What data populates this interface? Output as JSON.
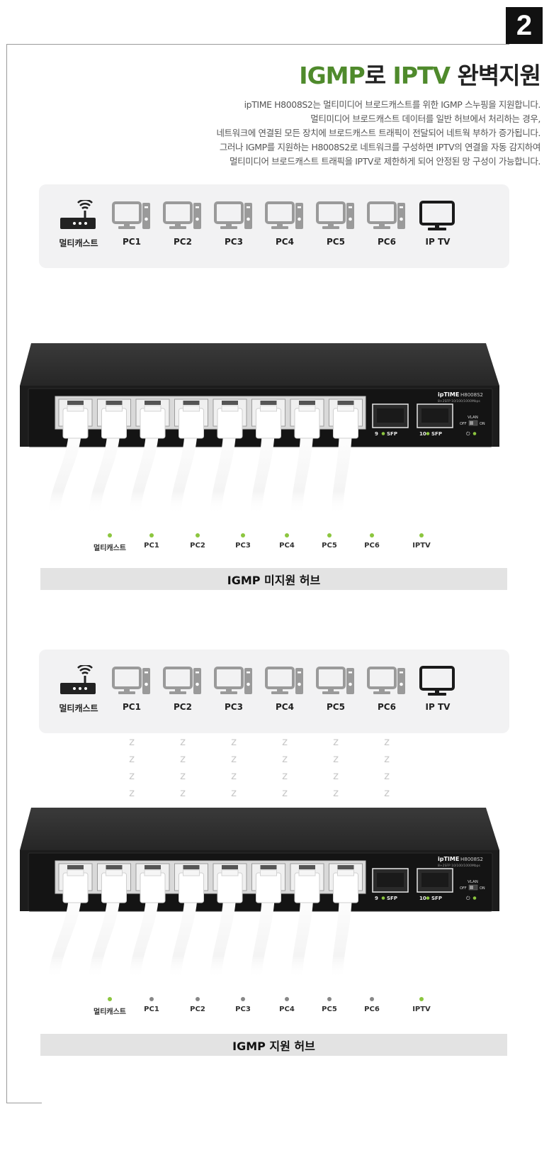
{
  "section_number": "2",
  "title": {
    "part1_green": "IGMP",
    "part2": "로 ",
    "part3_green": "IPTV",
    "part4": " 완벽지원"
  },
  "description": [
    "ipTIME H8008S2는 멀티미디어 브로드캐스트를 위한 IGMP 스누핑을 지원합니다.",
    "멀티미디어 브로드캐스트 데이터를 일반 허브에서 처리하는 경우,",
    "네트워크에 연결된 모든 장치에 브로드캐스트 트래픽이 전달되어 네트웍 부하가 증가됩니다.",
    "그러나 IGMP를 지원하는 H8008S2로 네트워크를 구성하면 IPTV의 연결을 자동 감지하여",
    "멀티미디어 브로드캐스트 트래픽을 IPTV로 제한하게 되어 안정된 망 구성이 가능합니다."
  ],
  "devices": [
    "멀티캐스트",
    "PC1",
    "PC2",
    "PC3",
    "PC4",
    "PC5",
    "PC6",
    "IP TV"
  ],
  "switch": {
    "brand": "ipTIME",
    "model": "H8008S2",
    "spec": "8+2SFP 10/100/1000Mbps",
    "sfp_labels": [
      "9",
      "SFP",
      "10",
      "SFP"
    ],
    "vlan_label": "VLAN",
    "vlan_off": "OFF",
    "vlan_on": "ON"
  },
  "port_labels": [
    "멀티캐스트",
    "PC1",
    "PC2",
    "PC3",
    "PC4",
    "PC5",
    "PC6",
    "IPTV"
  ],
  "port_dots_non_igmp": [
    "#8cc63f",
    "#8cc63f",
    "#8cc63f",
    "#8cc63f",
    "#8cc63f",
    "#8cc63f",
    "#8cc63f",
    "#8cc63f"
  ],
  "port_dots_igmp": [
    "#8cc63f",
    "#888888",
    "#888888",
    "#888888",
    "#888888",
    "#888888",
    "#888888",
    "#8cc63f"
  ],
  "caption_non_igmp": "IGMP 미지원 허브",
  "caption_igmp": "IGMP 지원 허브",
  "z_symbol": "z",
  "colors": {
    "accent_green": "#4f8a2c",
    "led_green": "#8cc63f",
    "icon_gray": "#9a9a9a"
  }
}
